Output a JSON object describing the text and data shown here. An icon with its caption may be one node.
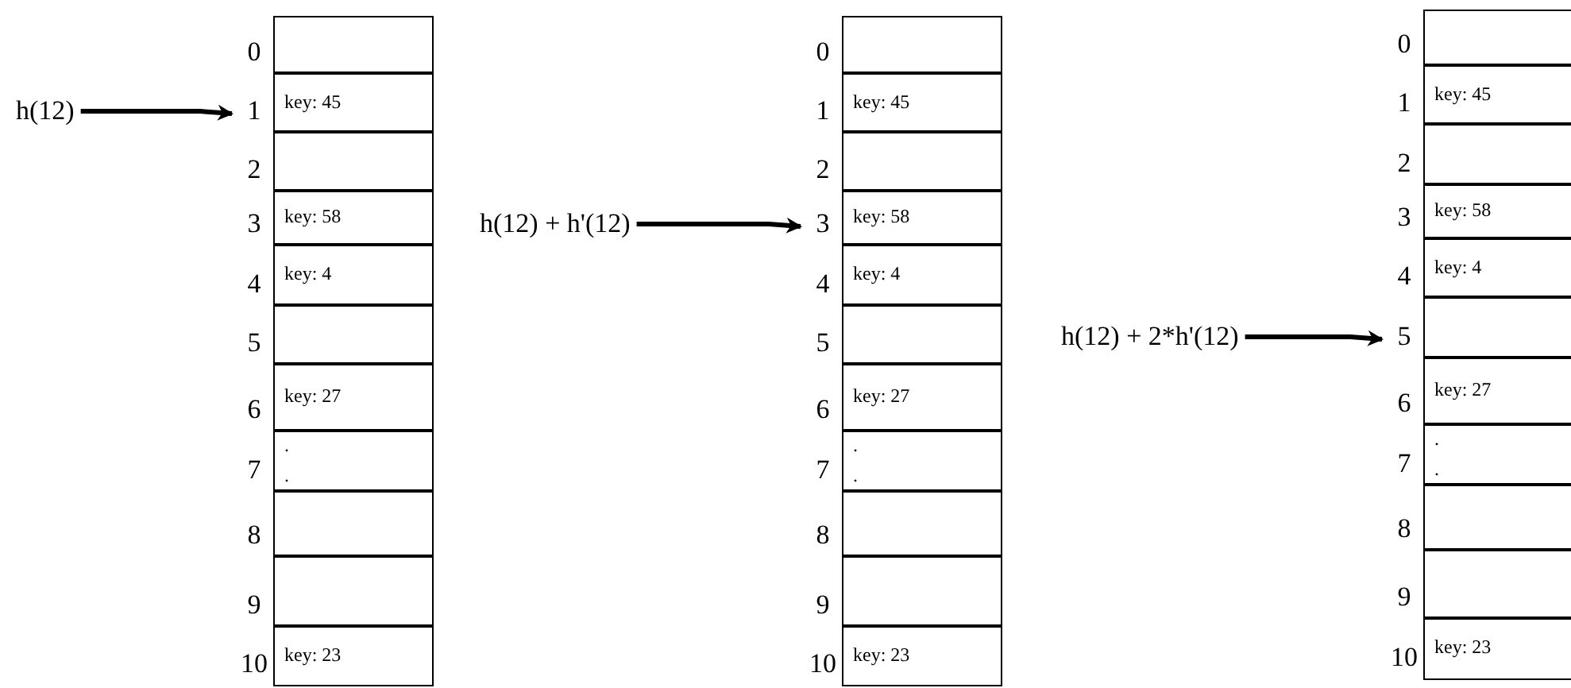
{
  "diagram": {
    "nodes": [
      {
        "text": [
          "h(12)"
        ]
      },
      {
        "text": [],
        "shape": "box",
        "beside": [
          "0"
        ]
      },
      {
        "text": [
          "key: 45"
        ],
        "beside": [
          "1"
        ]
      },
      {
        "text": [],
        "shape": "box",
        "beside": [
          "2"
        ]
      },
      {
        "text": [
          "key: 58"
        ],
        "beside": [
          "3"
        ]
      },
      {
        "text": [
          "key: 4"
        ],
        "beside": [
          "4"
        ]
      },
      {
        "text": [],
        "shape": "box",
        "beside": [
          "5"
        ]
      },
      {
        "text": [
          "key: 27"
        ],
        "beside": [
          "6"
        ]
      },
      {
        "text": [
          ".",
          "."
        ],
        "beside": [
          "7"
        ]
      },
      {
        "text": [],
        "shape": "box",
        "beside": [
          "8"
        ]
      },
      {
        "text": [],
        "shape": "box",
        "beside": [
          "9"
        ]
      },
      {
        "text": [
          "key: 23"
        ],
        "beside": [
          "10"
        ]
      },
      {
        "text": [
          "h(12) + h'(12)"
        ]
      },
      {
        "text": [],
        "shape": "box",
        "beside": [
          "0"
        ]
      },
      {
        "text": [
          "key: 45"
        ],
        "beside": [
          "1"
        ]
      },
      {
        "text": [],
        "shape": "box",
        "beside": [
          "2"
        ]
      },
      {
        "text": [
          "key: 58"
        ],
        "beside": [
          "3"
        ]
      },
      {
        "text": [
          "key: 4"
        ],
        "beside": [
          "4"
        ]
      },
      {
        "text": [],
        "shape": "box",
        "beside": [
          "5"
        ]
      },
      {
        "text": [
          "key: 27"
        ],
        "beside": [
          "6"
        ]
      },
      {
        "text": [
          ".",
          "."
        ],
        "beside": [
          "7"
        ]
      },
      {
        "text": [],
        "shape": "box",
        "beside": [
          "8"
        ]
      },
      {
        "text": [],
        "shape": "box",
        "beside": [
          "9"
        ]
      },
      {
        "text": [
          "key: 23"
        ],
        "beside": [
          "10"
        ]
      },
      {
        "text": [
          "h(12) + 2*h'(12)"
        ]
      },
      {
        "text": [],
        "shape": "box",
        "beside": [
          "0"
        ]
      },
      {
        "text": [
          "key: 45"
        ],
        "beside": [
          "1"
        ]
      },
      {
        "text": [],
        "shape": "box",
        "beside": [
          "2"
        ]
      },
      {
        "text": [
          "key: 58"
        ],
        "beside": [
          "3"
        ]
      },
      {
        "text": [
          "key: 4"
        ],
        "beside": [
          "4"
        ]
      },
      {
        "text": [],
        "shape": "box",
        "beside": [
          "5"
        ]
      },
      {
        "text": [
          "key: 27"
        ],
        "beside": [
          "6"
        ]
      },
      {
        "text": [
          ".",
          "."
        ],
        "beside": [
          "7"
        ]
      },
      {
        "text": [],
        "shape": "box",
        "beside": [
          "8"
        ]
      },
      {
        "text": [],
        "shape": "box",
        "beside": [
          "9"
        ]
      },
      {
        "text": [
          "key: 23"
        ],
        "beside": [
          "10"
        ]
      }
    ],
    "edges": [
      {
        "from": 0,
        "to": 2,
        "arrow": "to"
      },
      {
        "from": 12,
        "to": 16,
        "arrow": "to"
      },
      {
        "from": 24,
        "to": 30,
        "arrow": "to"
      }
    ]
  }
}
